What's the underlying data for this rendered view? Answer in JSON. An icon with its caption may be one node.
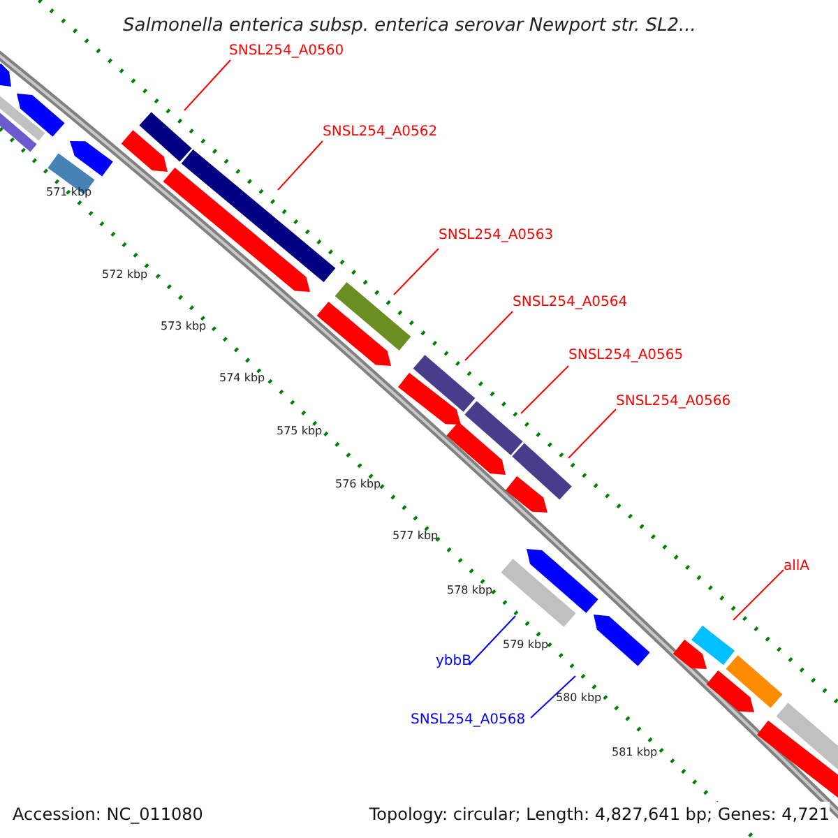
{
  "diagram": {
    "title": "Salmonella enterica subsp. enterica serovar Newport str. SL2...",
    "nodes": [
      {
        "text": [
          "SNSL254_A0560"
        ]
      },
      {
        "text": [
          "SNSL254_A0562"
        ]
      },
      {
        "text": [
          "SNSL254_A0563"
        ]
      },
      {
        "text": [
          "SNSL254_A0564"
        ]
      },
      {
        "text": [
          "SNSL254_A0565"
        ]
      },
      {
        "text": [
          "SNSL254_A0566"
        ]
      },
      {
        "text": [
          "allA"
        ]
      },
      {
        "text": [
          "ybbB"
        ]
      },
      {
        "text": [
          "SNSL254_A0568"
        ]
      },
      {
        "text": [],
        "shape": "bar"
      },
      {
        "text": [],
        "shape": "bar"
      },
      {
        "text": [],
        "shape": "bar"
      },
      {
        "text": [],
        "shape": "bar"
      },
      {
        "text": [],
        "shape": "bar"
      },
      {
        "text": [],
        "shape": "bar"
      },
      {
        "text": [],
        "shape": "bar"
      },
      {
        "text": [],
        "shape": "bar"
      },
      {
        "text": [],
        "shape": "bar"
      },
      {
        "text": [],
        "shape": "bar"
      },
      {
        "text": [],
        "shape": "bar"
      },
      {
        "text": [],
        "shape": "bar"
      },
      {
        "text": [],
        "shape": "bar"
      },
      {
        "text": [],
        "shape": "bar"
      },
      {
        "text": [],
        "shape": "bar"
      },
      {
        "text": [],
        "shape": "bar"
      },
      {
        "text": [],
        "shape": "bar"
      },
      {
        "text": [],
        "shape": "bar"
      },
      {
        "text": [],
        "shape": "bar"
      },
      {
        "text": [],
        "shape": "bar"
      },
      {
        "text": [],
        "shape": "bar"
      },
      {
        "text": [],
        "shape": "bar"
      },
      {
        "text": [],
        "shape": "bar"
      },
      {
        "text": [],
        "shape": "bar"
      },
      {
        "text": [],
        "shape": "bar"
      },
      {
        "text": [],
        "shape": "bar"
      },
      {
        "text": [],
        "shape": "bar"
      }
    ],
    "edges": [
      {
        "from": 0,
        "to": 9,
        "arrow": "none"
      },
      {
        "from": 1,
        "to": 10,
        "arrow": "none"
      },
      {
        "from": 2,
        "to": 11,
        "arrow": "none"
      },
      {
        "from": 3,
        "to": 12,
        "arrow": "none"
      },
      {
        "from": 4,
        "to": 13,
        "arrow": "none"
      },
      {
        "from": 5,
        "to": 14,
        "arrow": "none"
      },
      {
        "from": 6,
        "to": 15,
        "arrow": "none"
      },
      {
        "from": 7,
        "to": 16,
        "arrow": "none",
        "color": "#0000ff"
      },
      {
        "from": 8,
        "to": null,
        "arrow": "none",
        "color": "#0000ff"
      }
    ],
    "labels": [
      "571 kbp",
      "572 kbp",
      "573 kbp",
      "574 kbp",
      "575 kbp",
      "576 kbp",
      "577 kbp",
      "578 kbp",
      "579 kbp",
      "580 kbp",
      "581 kbp",
      "Accession: NC_011080",
      "Topology: circular; Length: 4,827,641 bp; Genes: 4,721"
    ]
  }
}
